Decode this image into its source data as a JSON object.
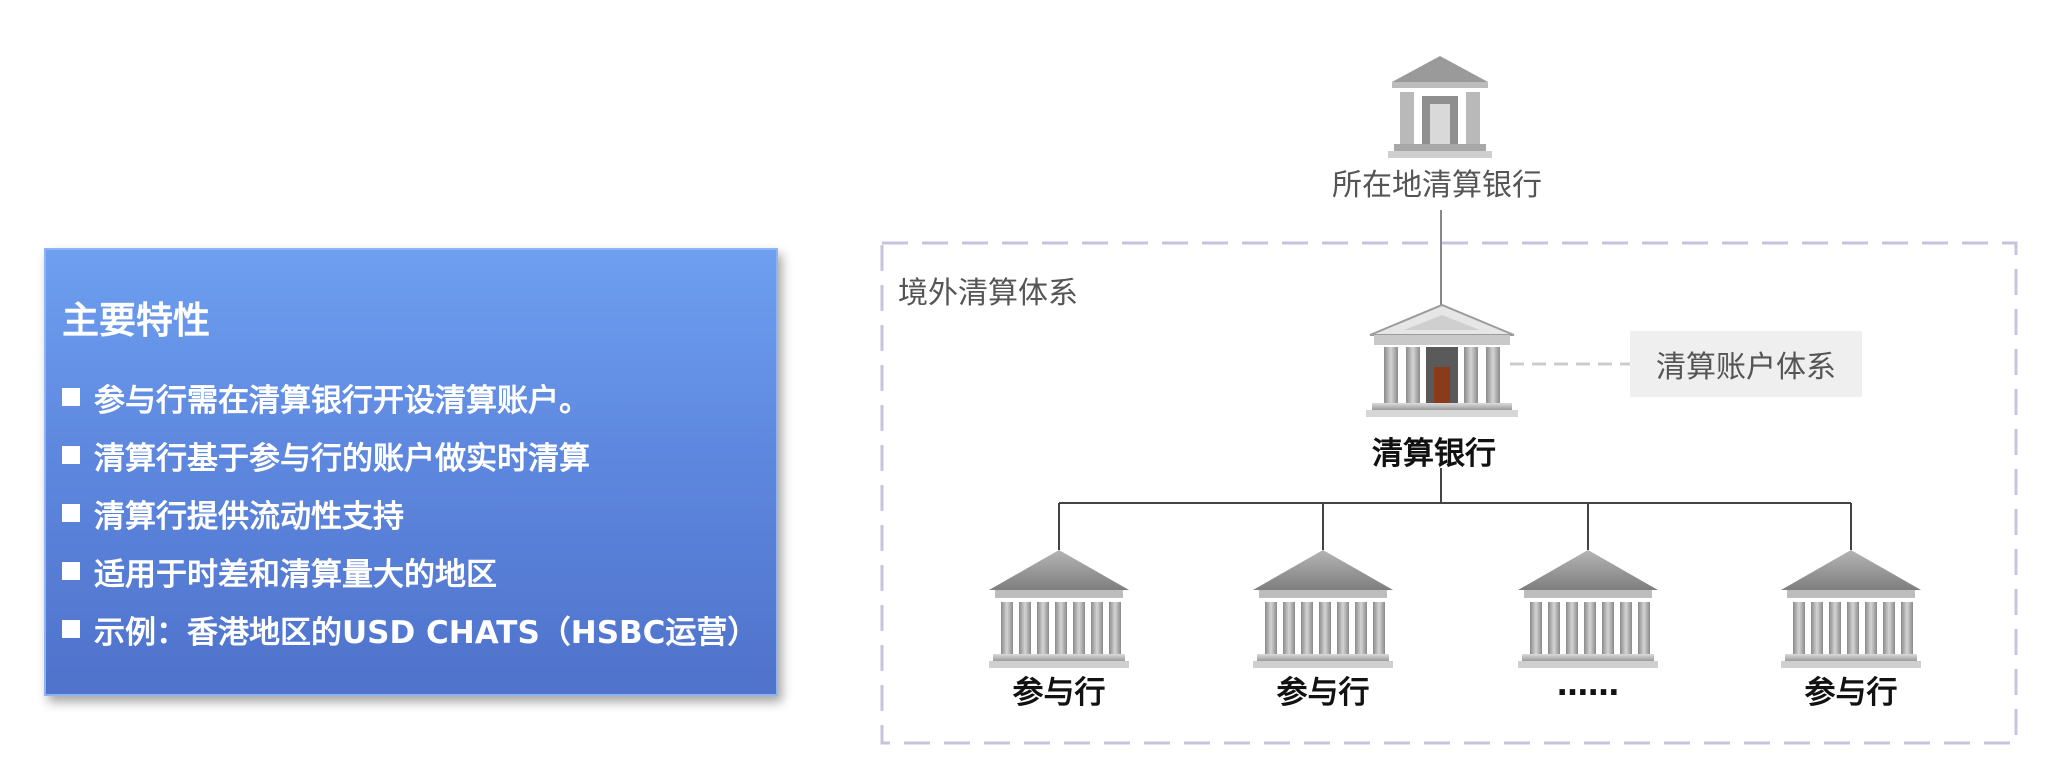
{
  "panel": {
    "title": "主要特性",
    "items": [
      "参与行需在清算银行开设清算账户。",
      "清算行基于参与行的账户做实时清算",
      "清算行提供流动性支持",
      "适用于时差和清算量大的地区",
      "示例：香港地区的USD CHATS（HSBC运营）"
    ]
  },
  "diagram": {
    "top_bank_label": "所在地清算银行",
    "region_label": "境外清算体系",
    "account_system_label": "清算账户体系",
    "clearing_bank_label": "清算银行",
    "participants": [
      "参与行",
      "参与行",
      "……",
      "参与行"
    ]
  },
  "colors": {
    "panel_top": "#6e9ff0",
    "panel_bottom": "#4f72cb",
    "dashed_border": "#c7c3de",
    "connector": "#444444"
  }
}
